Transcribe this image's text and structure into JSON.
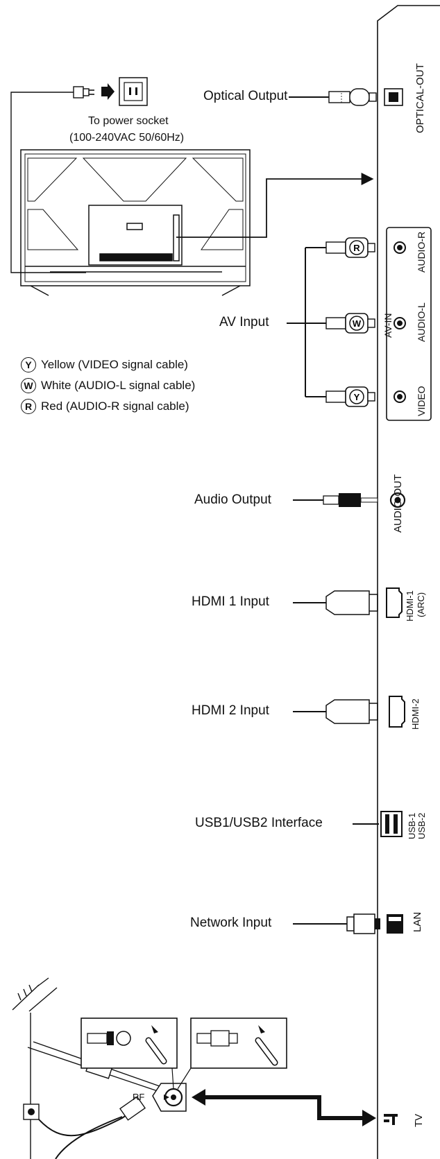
{
  "power": {
    "line1": "To power socket",
    "line2": "(100-240VAC 50/60Hz)"
  },
  "labels": {
    "optical_output": "Optical Output",
    "av_input": "AV Input",
    "audio_output": "Audio Output",
    "hdmi1_input": "HDMI 1 Input",
    "hdmi2_input": "HDMI 2 Input",
    "usb_interface": "USB1/USB2 Interface",
    "network_input": "Network Input",
    "rf": "RF"
  },
  "legend": [
    {
      "letter": "Y",
      "text": "Yellow (VIDEO signal cable)"
    },
    {
      "letter": "W",
      "text": "White (AUDIO-L signal cable)"
    },
    {
      "letter": "R",
      "text": "Red (AUDIO-R signal cable)"
    }
  ],
  "plug_letters": {
    "r": "R",
    "w": "W",
    "y": "Y"
  },
  "ports": {
    "optical_out": "OPTICAL-OUT",
    "audio_r": "AUDIO-R",
    "av_in": "AV-IN",
    "audio_l": "AUDIO-L",
    "video": "VIDEO",
    "audio_out": "AUDIO-OUT",
    "hdmi1": "HDMI-1",
    "hdmi1_arc": "(ARC)",
    "hdmi2": "HDMI-2",
    "usb1": "USB-1",
    "usb2": "USB-2",
    "lan": "LAN",
    "tv": "TV"
  }
}
